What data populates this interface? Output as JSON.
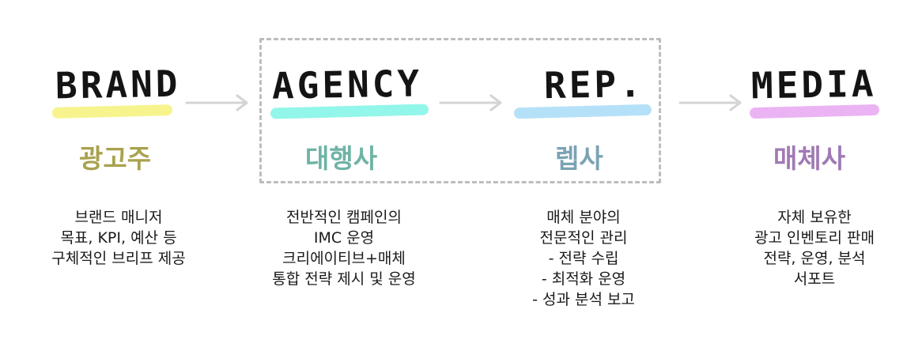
{
  "stages": [
    {
      "en": "BRAND",
      "ko": "광고주",
      "highlight_color": "#f6f27a",
      "label_color": "#a9a24e",
      "desc": [
        "브랜드 매니저",
        "목표, KPI, 예산 등",
        "구체적인 브리프 제공"
      ]
    },
    {
      "en": "AGENCY",
      "ko": "대행사",
      "highlight_color": "#7ff5e6",
      "label_color": "#6fb3a6",
      "desc": [
        "전반적인 캠페인의",
        "IMC 운영",
        "크리에이티브+매체",
        "통합 전략 제시 및 운영"
      ]
    },
    {
      "en": "REP.",
      "ko": "렙사",
      "highlight_color": "#a8dcf7",
      "label_color": "#7aa3b4",
      "desc": [
        "매체 분야의",
        "전문적인 관리",
        "- 전략 수립",
        "- 최적화 운영",
        "- 성과 분석 보고"
      ]
    },
    {
      "en": "MEDIA",
      "ko": "매체사",
      "highlight_color": "#e7a6f2",
      "label_color": "#a07ab4",
      "desc": [
        "자체 보유한",
        "광고 인벤토리 판매",
        "전략, 운영, 분석",
        "서포트"
      ]
    }
  ],
  "colors": {
    "arrow": "#d4d4d4",
    "box_border": "#bdbdbd"
  }
}
